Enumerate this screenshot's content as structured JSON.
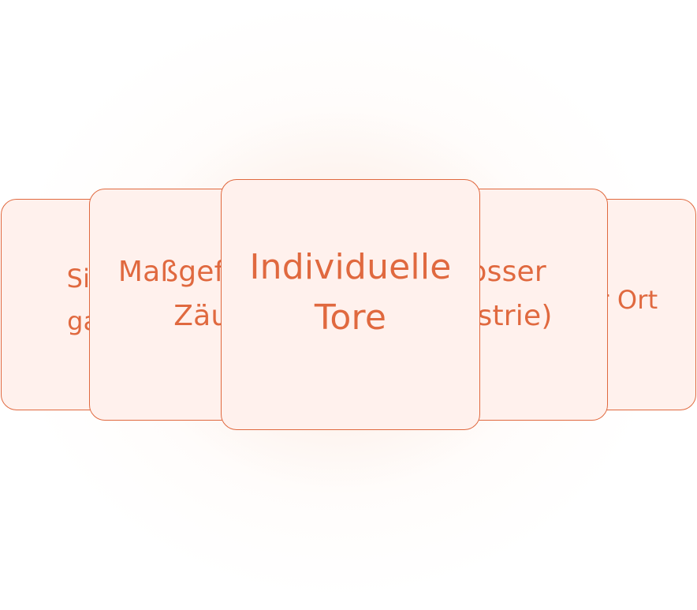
{
  "carousel": {
    "cards": [
      {
        "label": "Sicherheit garantiert"
      },
      {
        "label": "Maßgefertigte Zäune"
      },
      {
        "label": "Individuelle Tore"
      },
      {
        "label": "Schlosser (Industrie)"
      },
      {
        "label": "Maßen vor Ort"
      }
    ],
    "active_index": 2
  },
  "colors": {
    "accent": "#e0693f",
    "card_background": "#fff1ed",
    "page_background": "#ffffff",
    "glow": "#fac8b4"
  }
}
